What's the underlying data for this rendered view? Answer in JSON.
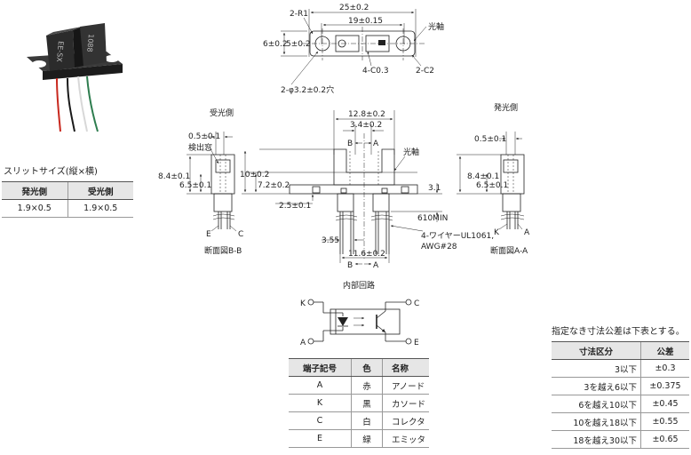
{
  "top_view": {
    "dim_overall": "25±0.2",
    "dim_hole_pitch": "19±0.15",
    "dim_height": "6±0.2",
    "dim_inner": "5±0.2",
    "corner_r": "2-R1",
    "optical_axis": "光軸",
    "chamfer_c03": "4-C0.3",
    "chamfer_c2": "2-C2",
    "holes": "2-φ3.2±0.2穴"
  },
  "front_view": {
    "dim_width": "12.8±0.2",
    "dim_slot": "3.4±0.2",
    "section_b_top": "B",
    "section_a_top": "A",
    "optical_axis": "光軸",
    "dim_height": "10±0.2",
    "dim_axis": "7.2±0.2",
    "dim_flange": "2.5±0.1",
    "dim_lead_gap": "3.1",
    "lead_length": "610MIN",
    "wire_spec_1": "4-ワイヤーUL1061,",
    "wire_spec_2": "AWG#28",
    "dim_lead_pitch": "3.55",
    "dim_lead_span": "11.6±0.2",
    "section_b_bottom": "B",
    "section_a_bottom": "A"
  },
  "section_b": {
    "title": "受光側",
    "dim_window": "0.5±0.1",
    "window_label": "検出窓",
    "dim_height": "8.4±0.1",
    "dim_window_height": "6.5±0.1",
    "pin_left": "E",
    "pin_right": "C",
    "caption": "断面図B-B"
  },
  "section_a": {
    "title": "発光側",
    "dim_window": "0.5±0.1",
    "dim_height": "8.4±0.1",
    "dim_window_height": "6.5±0.1",
    "pin_left": "K",
    "pin_right": "A",
    "caption": "断面図A-A"
  },
  "slit": {
    "caption": "スリットサイズ(縦×横)",
    "headers": [
      "発光側",
      "受光側"
    ],
    "values": [
      "1.9×0.5",
      "1.9×0.5"
    ]
  },
  "circuit": {
    "title": "内部回路",
    "pins": [
      "K",
      "A",
      "C",
      "E"
    ]
  },
  "terminals": {
    "headers": [
      "端子記号",
      "色",
      "名称"
    ],
    "rows": [
      [
        "A",
        "赤",
        "アノード"
      ],
      [
        "K",
        "黒",
        "カソード"
      ],
      [
        "C",
        "白",
        "コレクタ"
      ],
      [
        "E",
        "緑",
        "エミッタ"
      ]
    ]
  },
  "tolerance": {
    "caption": "指定なき寸法公差は下表とする。",
    "headers": [
      "寸法区分",
      "公差"
    ],
    "rows": [
      [
        "3以下",
        "±0.3"
      ],
      [
        "3を越え6以下",
        "±0.375"
      ],
      [
        "6を越え10以下",
        "±0.45"
      ],
      [
        "10を越え18以下",
        "±0.55"
      ],
      [
        "18を越え30以下",
        "±0.65"
      ]
    ]
  },
  "photo": {
    "marking_1": "EE-SX",
    "marking_2": "1088"
  },
  "colors": {
    "line": "#222222",
    "header_bg": "#e6e6e6",
    "wire_red": "#c8281e",
    "wire_black": "#1a1a1a",
    "wire_white": "#f2f2f2",
    "wire_green": "#2e7d4f",
    "body": "#2b2b2b"
  }
}
